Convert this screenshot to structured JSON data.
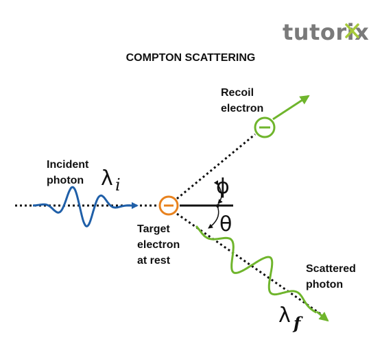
{
  "logo": {
    "text": "tutorix"
  },
  "title": "COMPTON SCATTERING",
  "labels": {
    "incident_line1": "Incident",
    "incident_line2": "photon",
    "recoil_line1": "Recoil",
    "recoil_line2": "electron",
    "target_line1": "Target",
    "target_line2": "electron",
    "target_line3": "at rest",
    "scattered_line1": "Scattered",
    "scattered_line2": "photon"
  },
  "symbols": {
    "lambda": "λ",
    "initial_sub": "i",
    "final_sub": "f",
    "phi": "ϕ",
    "theta": "θ",
    "electron_sign": "⊖"
  },
  "colors": {
    "incident_wave": "#1f5fa8",
    "scattered_wave": "#6fb52c",
    "recoil_electron": "#6fb52c",
    "target_electron": "#e8821e",
    "logo": "#7a7a7a",
    "logo_accent": "#a6c93a"
  }
}
